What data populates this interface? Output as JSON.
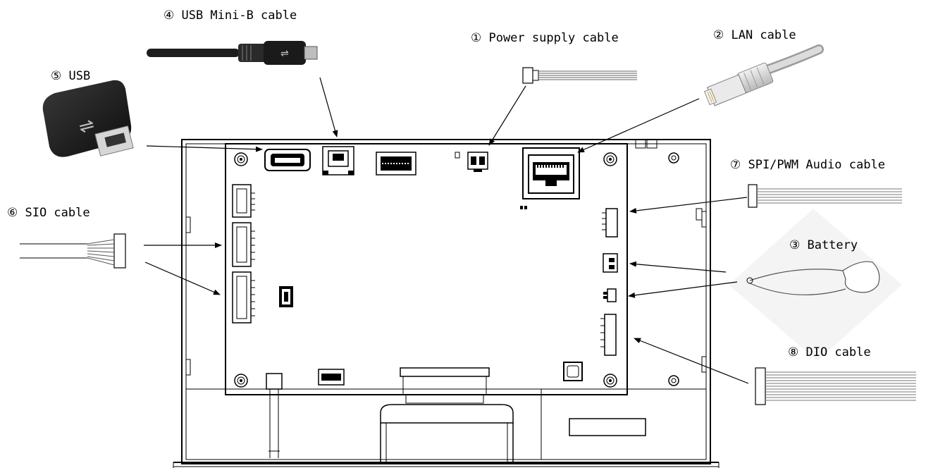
{
  "labels": {
    "usb_mini_b": "④ USB Mini-B cable",
    "power_supply": "① Power supply cable",
    "lan": "② LAN cable",
    "usb": "⑤ USB",
    "spi_pwm": "⑦ SPI/PWM Audio cable",
    "sio": "⑥ SIO cable",
    "battery": "③ Battery",
    "dio": "⑧ DIO cable"
  }
}
